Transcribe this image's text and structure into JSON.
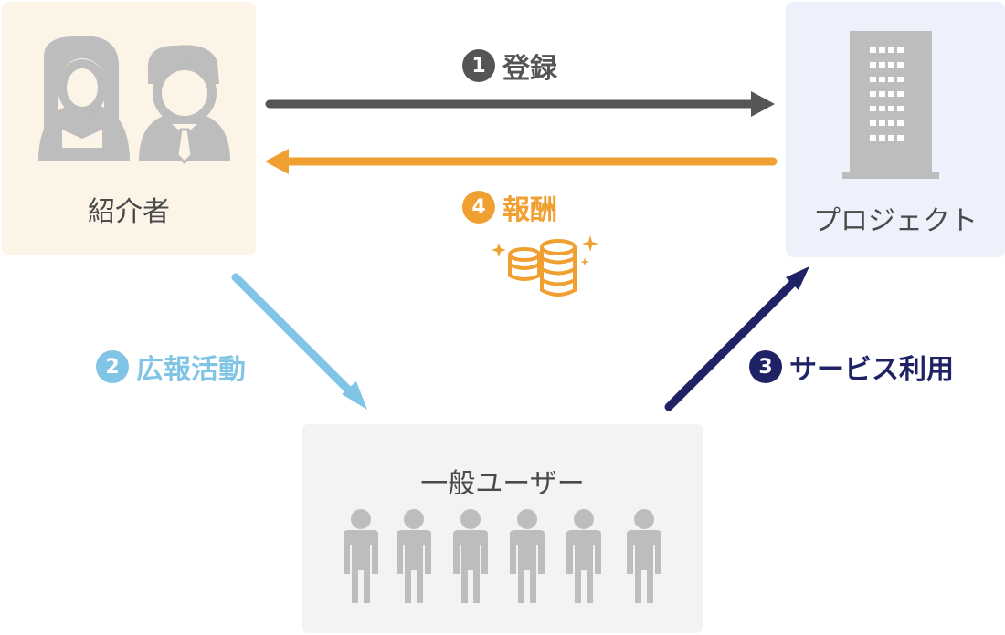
{
  "nodes": {
    "introducer": {
      "label": "紹介者",
      "icon": "introducer-people-icon"
    },
    "project": {
      "label": "プロジェクト",
      "icon": "building-icon"
    },
    "users": {
      "label": "一般ユーザー",
      "icon": "crowd-icon"
    }
  },
  "steps": [
    {
      "number": "1",
      "label": "登録",
      "color": "#555555"
    },
    {
      "number": "2",
      "label": "広報活動",
      "color": "#80c4e6"
    },
    {
      "number": "3",
      "label": "サービス利用",
      "color": "#1f2366"
    },
    {
      "number": "4",
      "label": "報酬",
      "color": "#f0a030"
    }
  ],
  "colors": {
    "introducer_bg": "#fdf4e8",
    "project_bg": "#eef0fb",
    "users_bg": "#f3f3f3",
    "icon_gray": "#bdbdbd",
    "coin_orange": "#f0a030"
  }
}
